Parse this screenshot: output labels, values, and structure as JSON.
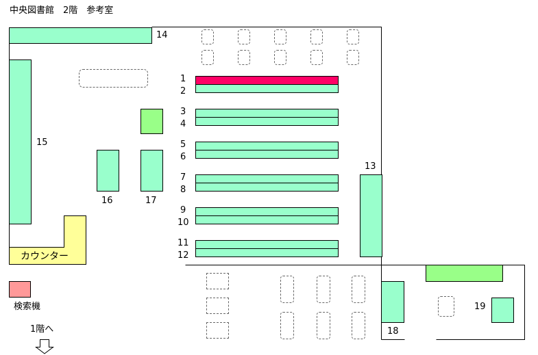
{
  "title": "中央図書館　2階　参考室",
  "counter_label": "カウンター",
  "terminal_label": "検索機",
  "stairs_label": "1階へ",
  "shelf_numbers": [
    "1",
    "2",
    "3",
    "4",
    "5",
    "6",
    "7",
    "8",
    "9",
    "10",
    "11",
    "12",
    "13",
    "14",
    "15",
    "16",
    "17",
    "18",
    "19"
  ],
  "highlighted_shelf": "1",
  "colors": {
    "shelf": "#99ffcc",
    "highlight": "#ff0066",
    "table_green": "#99ff88",
    "counter": "#ffff99",
    "terminal": "#ff9999"
  }
}
